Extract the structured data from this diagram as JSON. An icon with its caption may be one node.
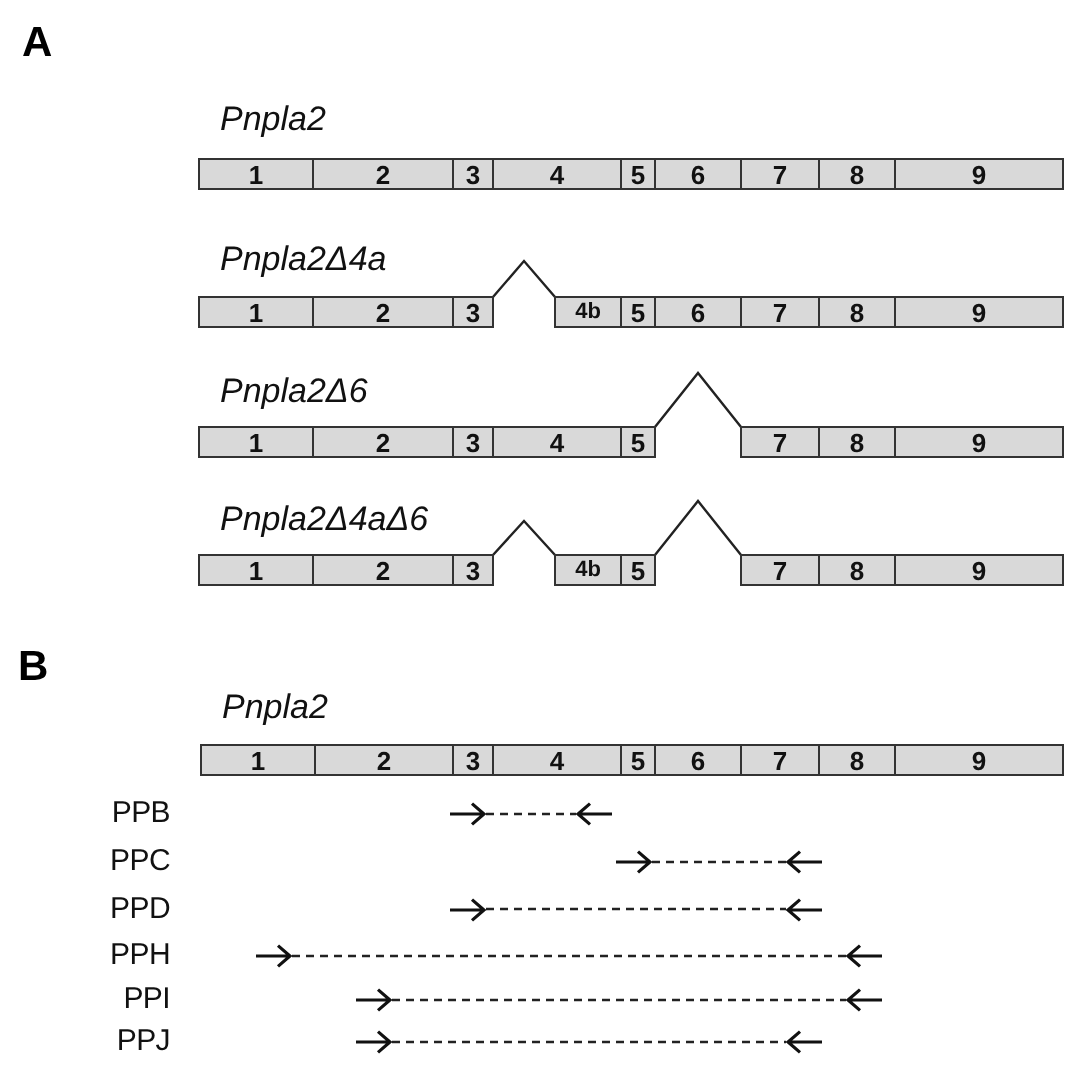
{
  "diagram": {
    "nodes": [
      {
        "text": [
          "1"
        ]
      },
      {
        "text": [
          "2"
        ]
      },
      {
        "text": [
          "3"
        ]
      },
      {
        "text": [
          "4"
        ]
      },
      {
        "text": [
          "5"
        ]
      },
      {
        "text": [
          "6"
        ]
      },
      {
        "text": [
          "7"
        ]
      },
      {
        "text": [
          "8"
        ]
      },
      {
        "text": [
          "9"
        ]
      },
      {
        "text": [
          "1"
        ]
      },
      {
        "text": [
          "2"
        ]
      },
      {
        "text": [
          "3"
        ]
      },
      {
        "text": [
          "4b"
        ]
      },
      {
        "text": [
          "5"
        ]
      },
      {
        "text": [
          "6"
        ]
      },
      {
        "text": [
          "7"
        ]
      },
      {
        "text": [
          "8"
        ]
      },
      {
        "text": [
          "9"
        ]
      },
      {
        "text": [
          "1"
        ]
      },
      {
        "text": [
          "2"
        ]
      },
      {
        "text": [
          "3"
        ]
      },
      {
        "text": [
          "4"
        ]
      },
      {
        "text": [
          "5"
        ]
      },
      {
        "text": [
          "7"
        ]
      },
      {
        "text": [
          "8"
        ]
      },
      {
        "text": [
          "9"
        ]
      },
      {
        "text": [
          "1"
        ]
      },
      {
        "text": [
          "2"
        ]
      },
      {
        "text": [
          "3"
        ]
      },
      {
        "text": [
          "4b"
        ]
      },
      {
        "text": [
          "5"
        ]
      },
      {
        "text": [
          "7"
        ]
      },
      {
        "text": [
          "8"
        ]
      },
      {
        "text": [
          "9"
        ]
      },
      {
        "text": [
          "1"
        ]
      },
      {
        "text": [
          "2"
        ]
      },
      {
        "text": [
          "3"
        ]
      },
      {
        "text": [
          "4"
        ]
      },
      {
        "text": [
          "5"
        ]
      },
      {
        "text": [
          "6"
        ]
      },
      {
        "text": [
          "7"
        ]
      },
      {
        "text": [
          "8"
        ]
      },
      {
        "text": [
          "9"
        ]
      },
      {
        "text": [],
        "shape": "arrow"
      },
      {
        "text": [],
        "shape": "arrow"
      },
      {
        "text": [],
        "shape": "arrow"
      },
      {
        "text": [],
        "shape": "arrow"
      },
      {
        "text": [],
        "shape": "arrow"
      },
      {
        "text": [],
        "shape": "arrow"
      },
      {
        "text": [],
        "shape": "arrow"
      },
      {
        "text": [],
        "shape": "arrow"
      },
      {
        "text": [],
        "shape": "arrow"
      },
      {
        "text": [],
        "shape": "arrow"
      },
      {
        "text": [],
        "shape": "arrow"
      },
      {
        "text": [],
        "shape": "arrow"
      }
    ],
    "edges": [
      {
        "from": 11,
        "to": 12,
        "arrow": "none"
      },
      {
        "from": 22,
        "to": 23,
        "arrow": "none"
      },
      {
        "from": 28,
        "to": 29,
        "arrow": "none"
      },
      {
        "from": 30,
        "to": 31,
        "arrow": "none"
      },
      {
        "from": 43,
        "to": 44,
        "arrow": "none",
        "style": "dashed"
      },
      {
        "from": 45,
        "to": 46,
        "arrow": "none",
        "style": "dashed"
      },
      {
        "from": 47,
        "to": 48,
        "arrow": "none",
        "style": "dashed"
      },
      {
        "from": 49,
        "to": 50,
        "arrow": "none",
        "style": "dashed"
      },
      {
        "from": 51,
        "to": 52,
        "arrow": "none",
        "style": "dashed"
      },
      {
        "from": 53,
        "to": 54,
        "arrow": "none",
        "style": "dashed"
      }
    ],
    "labels": [
      "A",
      "Pnpla2",
      "Pnpla2Δ4a",
      "Pnpla2Δ6",
      "Pnpla2Δ4aΔ6",
      "B",
      "Pnpla2",
      "PPB",
      "PPC",
      "PPD",
      "PPH",
      "PPI",
      "PPJ"
    ]
  }
}
